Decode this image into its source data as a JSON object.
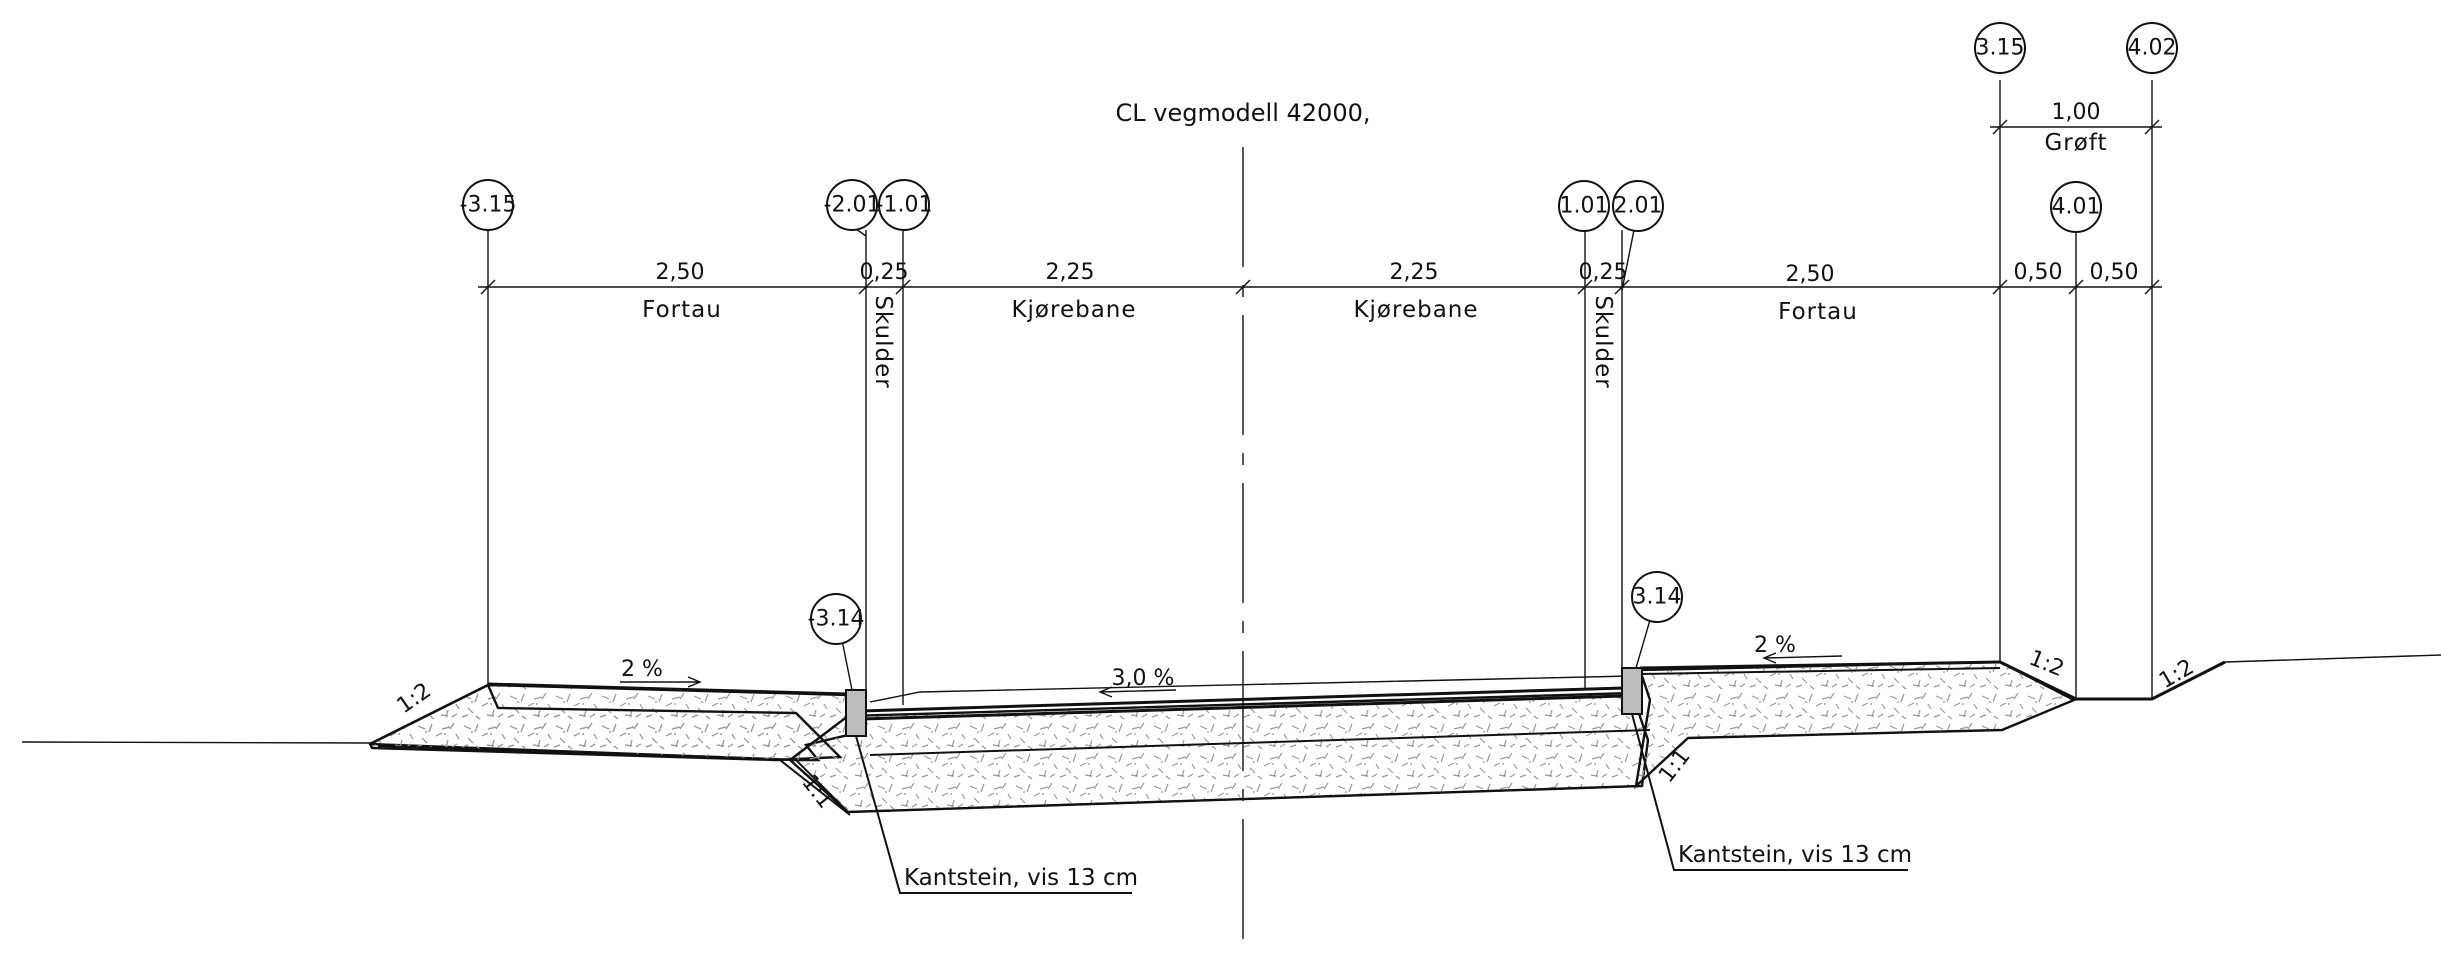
{
  "title": "CL vegmodell 42000,",
  "point_ids": {
    "left_fortau": "-3.15",
    "left_kantstein_top": "-2.01",
    "left_kjorebane": "-1.01",
    "right_kjorebane": "1.01",
    "right_kantstein_top": "2.01",
    "right_fortau": "3.15",
    "groft_bottom": "4.01",
    "groft_edge": "4.02",
    "left_kantstein": "-3.14",
    "right_kantstein": "3.14"
  },
  "dimensions": {
    "left_fortau": "2,50",
    "left_skulder": "0,25",
    "left_kjorebane": "2,25",
    "right_kjorebane": "2,25",
    "right_skulder": "0,25",
    "right_fortau": "2,50",
    "groft_a": "0,50",
    "groft_b": "0,50",
    "groft_total": "1,00"
  },
  "labels": {
    "fortau": "Fortau",
    "skulder": "Skulder",
    "kjorebane": "Kjørebane",
    "groft": "Grøft"
  },
  "slopes": {
    "left_fortau": "2 %",
    "road": "3,0 %",
    "right_fortau": "2 %",
    "left_embankment": "1:2",
    "left_inner": "1:1",
    "right_inner": "1:1",
    "right_embankment": "1:2",
    "groft_back": "1:2"
  },
  "notes": {
    "left_kantstein": "Kantstein, vis 13 cm",
    "right_kantstein": "Kantstein, vis 13 cm"
  }
}
